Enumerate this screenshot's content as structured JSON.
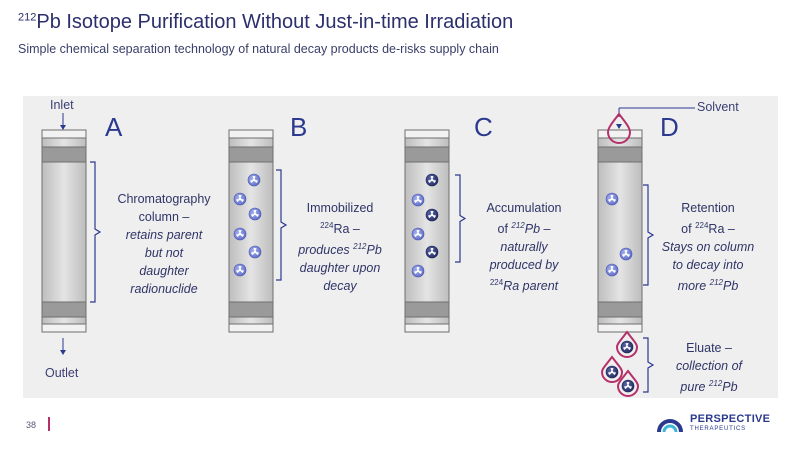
{
  "header": {
    "title_sup": "212",
    "title": "Pb Isotope Purification Without Just-in-time Irradiation",
    "subtitle": "Simple chemical separation technology of natural decay products de-risks supply chain"
  },
  "diagram": {
    "inlet_label": "Inlet",
    "outlet_label": "Outlet",
    "solvent_label": "Solvent",
    "panels": [
      {
        "letter": "A",
        "lines": [
          [
            {
              "t": "Chromatography"
            }
          ],
          [
            {
              "t": "column –"
            }
          ],
          [
            {
              "t": "retains parent",
              "i": true
            }
          ],
          [
            {
              "t": "but not",
              "i": true
            }
          ],
          [
            {
              "t": "daughter",
              "i": true
            }
          ],
          [
            {
              "t": "radionuclide",
              "i": true
            }
          ]
        ]
      },
      {
        "letter": "B",
        "lines": [
          [
            {
              "t": "Immobilized"
            }
          ],
          [
            {
              "t": "224",
              "s": true
            },
            {
              "t": "Ra –"
            }
          ],
          [
            {
              "t": "produces ",
              "i": true
            },
            {
              "t": "212",
              "s": true,
              "i": true
            },
            {
              "t": "Pb",
              "i": true
            }
          ],
          [
            {
              "t": "daughter upon",
              "i": true
            }
          ],
          [
            {
              "t": "decay",
              "i": true
            }
          ]
        ]
      },
      {
        "letter": "C",
        "lines": [
          [
            {
              "t": "Accumulation"
            }
          ],
          [
            {
              "t": "of "
            },
            {
              "t": "212",
              "s": true,
              "i": true
            },
            {
              "t": "Pb",
              "i": true
            },
            {
              "t": " –"
            }
          ],
          [
            {
              "t": "naturally",
              "i": true
            }
          ],
          [
            {
              "t": "produced by",
              "i": true
            }
          ],
          [
            {
              "t": "224",
              "s": true
            },
            {
              "t": "Ra parent",
              "i": true
            }
          ]
        ]
      },
      {
        "letter": "D",
        "lines": [
          [
            {
              "t": "Retention"
            }
          ],
          [
            {
              "t": "of "
            },
            {
              "t": "224",
              "s": true
            },
            {
              "t": "Ra –"
            }
          ],
          [
            {
              "t": "Stays on column",
              "i": true
            }
          ],
          [
            {
              "t": "to decay into",
              "i": true
            }
          ],
          [
            {
              "t": "more ",
              "i": true
            },
            {
              "t": "212",
              "s": true,
              "i": true
            },
            {
              "t": "Pb",
              "i": true
            }
          ]
        ]
      }
    ],
    "eluate_lines": [
      [
        {
          "t": "Eluate –"
        }
      ],
      [
        {
          "t": "collection of",
          "i": true
        }
      ],
      [
        {
          "t": "pure ",
          "i": true
        },
        {
          "t": "212",
          "s": true,
          "i": true
        },
        {
          "t": "Pb",
          "i": true
        }
      ]
    ]
  },
  "footer": {
    "page_number": "38",
    "logo_name": "PERSPECTIVE",
    "logo_sub": "THERAPEUTICS"
  },
  "colors": {
    "accent": "#2b3a8f",
    "magenta": "#b5306a",
    "ra_atom": "#6f7fd6",
    "pb_atom": "#2a3468"
  }
}
